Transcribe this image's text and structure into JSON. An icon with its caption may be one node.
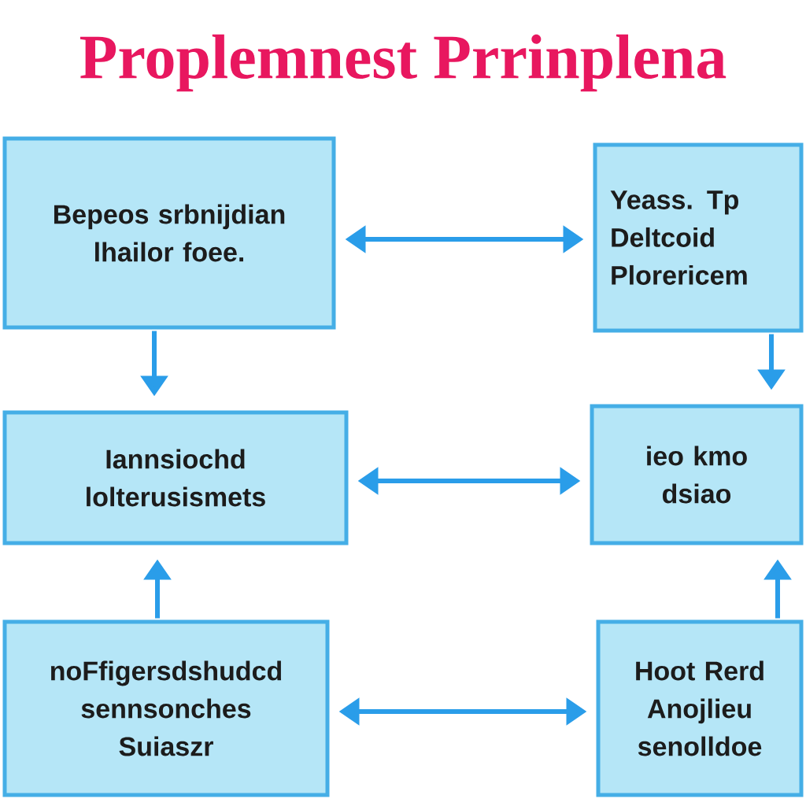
{
  "diagram": {
    "title": "Proplemnest Prrinplena",
    "nodes": [
      {
        "text": [
          "Bepeos srbnijdian lhailor foee."
        ]
      },
      {
        "text": [
          "Yeass. Tp Deltcoid Plorericem"
        ]
      },
      {
        "text": [
          "Iannsiochd lolterusismets"
        ]
      },
      {
        "text": [
          "ieo kmo dsiao"
        ]
      },
      {
        "text": [
          "noFfigersdshudcd sennsonches Suiaszr"
        ]
      },
      {
        "text": [
          "Hoot Rerd Anojlieu senolldoe"
        ]
      }
    ],
    "edges": [
      {
        "from": 0,
        "to": 1,
        "arrow": "both"
      },
      {
        "from": 0,
        "to": 2,
        "arrow": "to"
      },
      {
        "from": 1,
        "to": 3,
        "arrow": "to"
      },
      {
        "from": 2,
        "to": 3,
        "arrow": "both"
      },
      {
        "from": 4,
        "to": 2,
        "arrow": "to"
      },
      {
        "from": 5,
        "to": 3,
        "arrow": "to"
      },
      {
        "from": 4,
        "to": 5,
        "arrow": "both"
      }
    ]
  }
}
